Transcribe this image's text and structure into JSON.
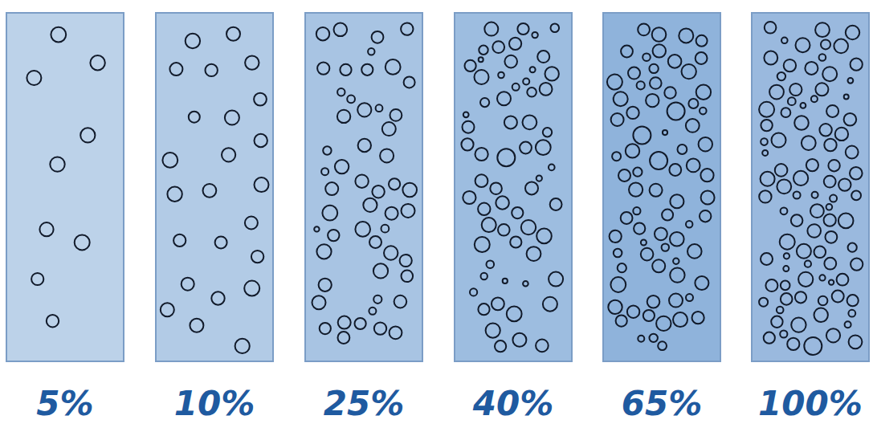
{
  "diagram": {
    "labels": [
      "5%",
      "10%",
      "25%",
      "40%",
      "65%",
      "100%"
    ]
  }
}
